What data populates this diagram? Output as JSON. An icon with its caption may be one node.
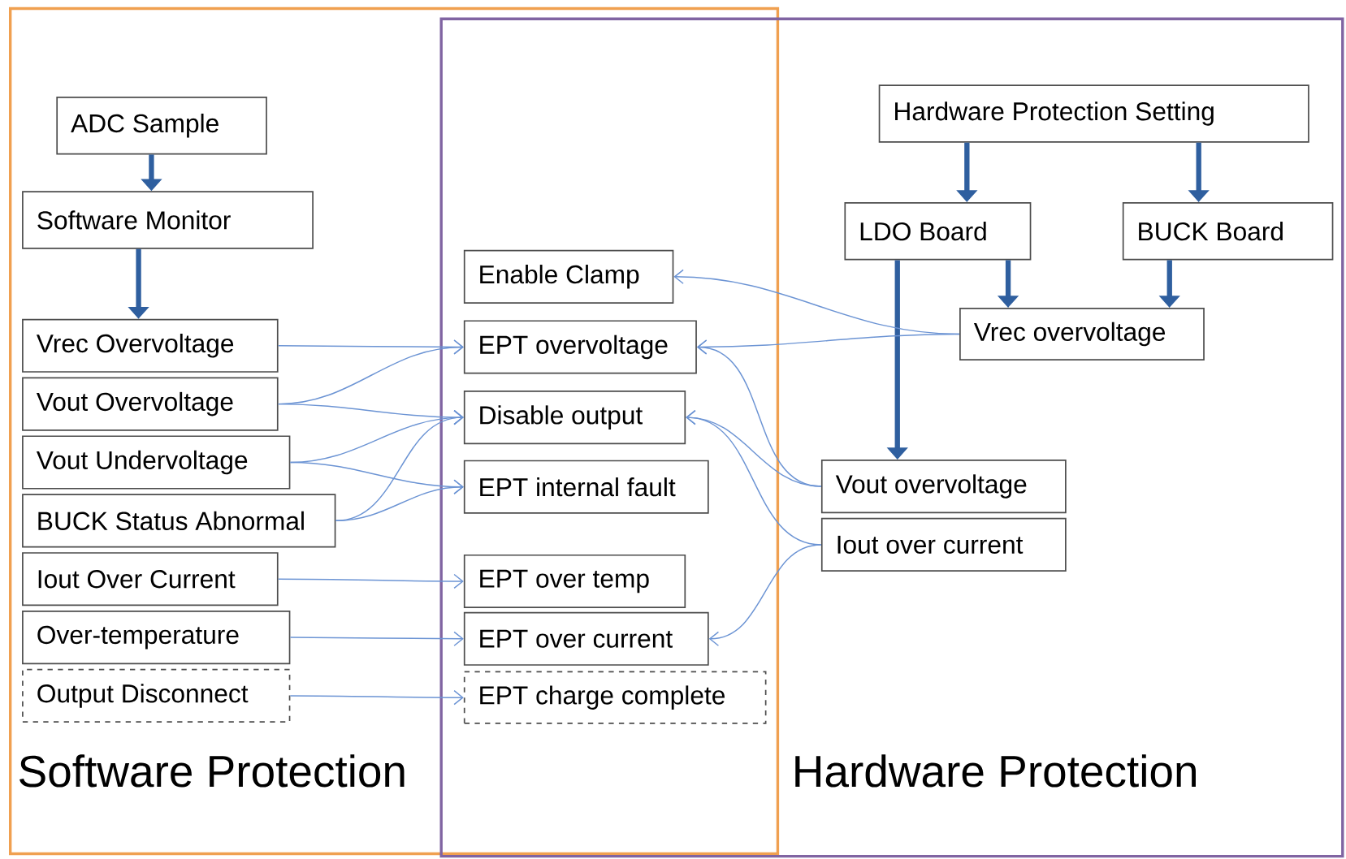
{
  "diagram": {
    "nodes": [
      {
        "text": [
          "Software Protection"
        ]
      },
      {
        "text": [
          "Hardware Protection"
        ]
      },
      {
        "text": [
          "ADC Sample"
        ],
        "in": 0
      },
      {
        "text": [
          "Software Monitor"
        ],
        "in": 0
      },
      {
        "text": [
          "Vrec Overvoltage"
        ],
        "in": 0
      },
      {
        "text": [
          "Vout Overvoltage"
        ],
        "in": 0
      },
      {
        "text": [
          "Vout Undervoltage"
        ],
        "in": 0
      },
      {
        "text": [
          "BUCK Status Abnormal"
        ],
        "in": 0
      },
      {
        "text": [
          "Iout Over Current"
        ],
        "in": 0
      },
      {
        "text": [
          "Over-temperature"
        ],
        "in": 0
      },
      {
        "text": [
          "Output Disconnect"
        ],
        "in": 0
      },
      {
        "text": [
          "Enable Clamp"
        ]
      },
      {
        "text": [
          "EPT overvoltage"
        ]
      },
      {
        "text": [
          "Disable output"
        ]
      },
      {
        "text": [
          "EPT internal fault"
        ]
      },
      {
        "text": [
          "EPT over temp"
        ]
      },
      {
        "text": [
          "EPT over current"
        ]
      },
      {
        "text": [
          "EPT charge complete"
        ]
      },
      {
        "text": [
          "Hardware Protection Setting"
        ],
        "in": 1
      },
      {
        "text": [
          "LDO Board"
        ],
        "in": 1
      },
      {
        "text": [
          "BUCK Board"
        ],
        "in": 1
      },
      {
        "text": [
          "Vrec overvoltage"
        ],
        "in": 1
      },
      {
        "text": [
          "Vout overvoltage"
        ],
        "in": 1
      },
      {
        "text": [
          "Iout over current"
        ],
        "in": 1
      }
    ],
    "edges": [
      {
        "from": 2,
        "to": 3,
        "arrow": "to",
        "style": "thick",
        "color": "#2f5f9f"
      },
      {
        "from": 3,
        "to": 4,
        "arrow": "to",
        "style": "thick",
        "color": "#2f5f9f"
      },
      {
        "from": 18,
        "to": 19,
        "arrow": "to",
        "style": "thick",
        "color": "#2f5f9f"
      },
      {
        "from": 18,
        "to": 20,
        "arrow": "to",
        "style": "thick",
        "color": "#2f5f9f"
      },
      {
        "from": 19,
        "to": 21,
        "arrow": "to",
        "style": "thick",
        "color": "#2f5f9f"
      },
      {
        "from": 20,
        "to": 21,
        "arrow": "to",
        "style": "thick",
        "color": "#2f5f9f"
      },
      {
        "from": 19,
        "to": 22,
        "arrow": "to",
        "style": "thick",
        "color": "#2f5f9f"
      },
      {
        "from": 4,
        "to": 12,
        "arrow": "to"
      },
      {
        "from": 5,
        "to": 12,
        "arrow": "to"
      },
      {
        "from": 5,
        "to": 13,
        "arrow": "to"
      },
      {
        "from": 6,
        "to": 13,
        "arrow": "to"
      },
      {
        "from": 6,
        "to": 14,
        "arrow": "to"
      },
      {
        "from": 7,
        "to": 13,
        "arrow": "to"
      },
      {
        "from": 7,
        "to": 14,
        "arrow": "to"
      },
      {
        "from": 8,
        "to": 15,
        "arrow": "to"
      },
      {
        "from": 9,
        "to": 16,
        "arrow": "to"
      },
      {
        "from": 10,
        "to": 17,
        "arrow": "to"
      },
      {
        "from": 21,
        "to": 11,
        "arrow": "to"
      },
      {
        "from": 21,
        "to": 12,
        "arrow": "to"
      },
      {
        "from": 22,
        "to": 12,
        "arrow": "to"
      },
      {
        "from": 22,
        "to": 13,
        "arrow": "to"
      },
      {
        "from": 23,
        "to": 13,
        "arrow": "to"
      },
      {
        "from": 23,
        "to": 16,
        "arrow": "to"
      }
    ]
  }
}
